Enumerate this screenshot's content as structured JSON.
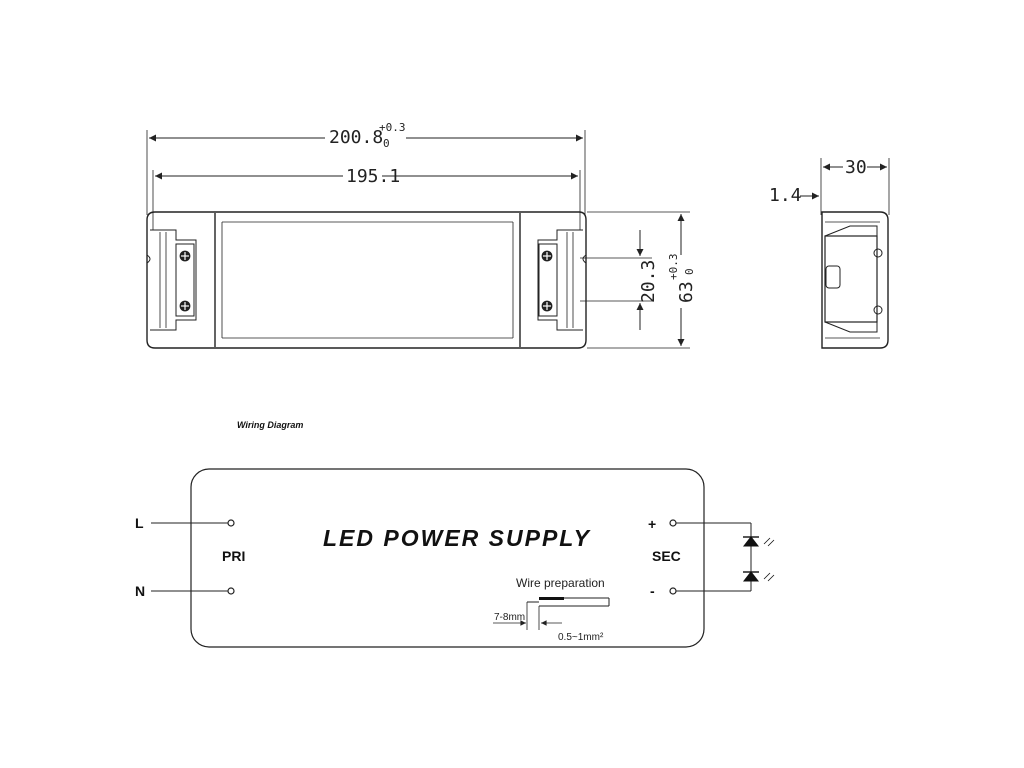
{
  "top_view": {
    "dim_overall_main": "200.8",
    "dim_overall_tol_upper": "+0.3",
    "dim_overall_tol_lower": "0",
    "dim_mount": "195.1"
  },
  "right_dims": {
    "dim_hole_spacing": "20.3",
    "dim_height_main": "63",
    "dim_height_tol_upper": "+0.3",
    "dim_height_tol_lower": "0"
  },
  "side_view": {
    "dim_depth": "30",
    "dim_offset": "1.4"
  },
  "wiring": {
    "caption": "Wiring Diagram",
    "title": "LED POWER SUPPLY",
    "label_l": "L",
    "label_n": "N",
    "label_pri": "PRI",
    "label_sec": "SEC",
    "label_plus": "+",
    "label_minus": "-",
    "wire_prep_title": "Wire preparation",
    "wire_strip_length": "7-8mm",
    "wire_gauge": "0.5~1mm²"
  }
}
